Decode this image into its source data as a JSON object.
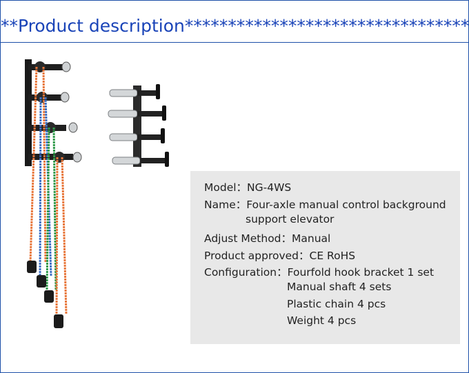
{
  "heading": {
    "text": "**Product description***************************************"
  },
  "colors": {
    "heading_blue": "#1a44b8",
    "frame_border": "#1d4fa8",
    "spec_box_bg": "#e8e8e8",
    "chain_orange": "#e8763a",
    "chain_blue": "#3b6fc4",
    "chain_green": "#2f9a4a"
  },
  "specs": {
    "model": "Model：NG-4WS",
    "name_line1": "Name：Four-axle manual control background",
    "name_line2": "support elevator",
    "adjust": "Adjust Method：Manual",
    "approved": "Product approved：CE RoHS",
    "config_line1": "Configuration：Fourfold hook bracket 1 set",
    "config_line2": "Manual shaft 4 sets",
    "config_line3": "Plastic chain 4 pcs",
    "config_line4": "Weight 4 pcs"
  }
}
